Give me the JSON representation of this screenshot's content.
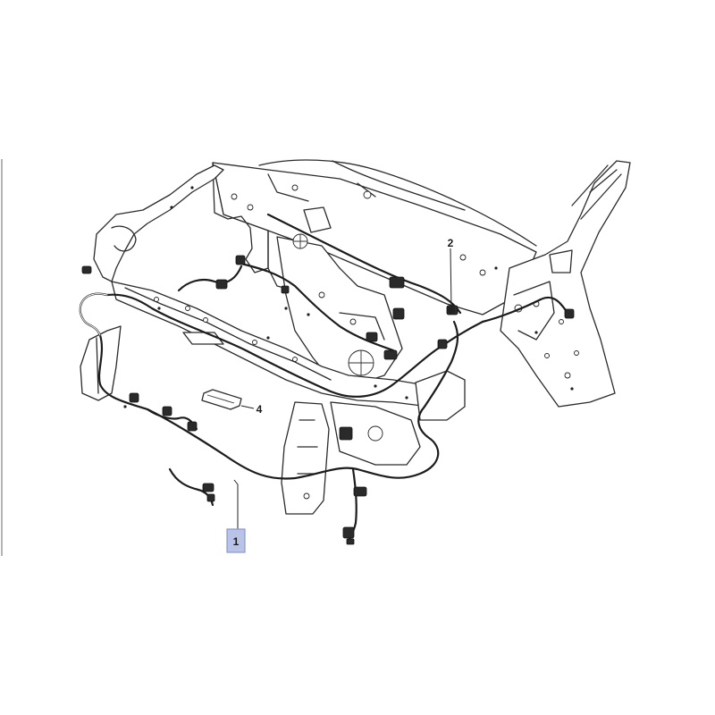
{
  "callouts": [
    {
      "id": "1",
      "label": "1",
      "highlighted": true
    },
    {
      "id": "2",
      "label": "2",
      "highlighted": false
    },
    {
      "id": "4",
      "label": "4",
      "highlighted": false
    }
  ],
  "colors": {
    "line": "#2b2b2b",
    "highlight_fill": "#b9c3e6",
    "highlight_border": "#8a9ad0"
  }
}
